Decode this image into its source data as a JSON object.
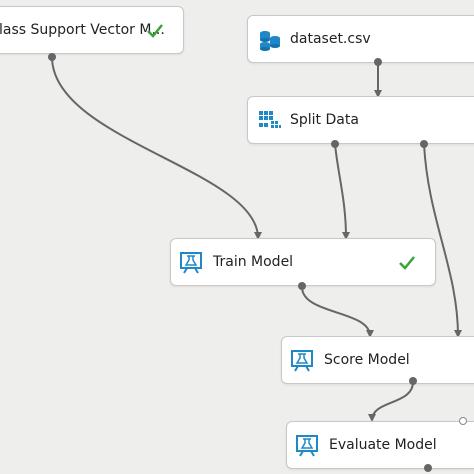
{
  "canvas": {
    "nodes": [
      {
        "id": "svm",
        "label": "lass Support Vector M...",
        "status": "completed",
        "icon": "module-icon"
      },
      {
        "id": "dataset",
        "label": "dataset.csv",
        "status": "",
        "icon": "dataset-icon"
      },
      {
        "id": "split",
        "label": "Split Data",
        "status": "",
        "icon": "split-data-icon"
      },
      {
        "id": "train",
        "label": "Train Model",
        "status": "completed",
        "icon": "train-model-icon"
      },
      {
        "id": "score",
        "label": "Score Model",
        "status": "",
        "icon": "score-model-icon"
      },
      {
        "id": "evaluate",
        "label": "Evaluate Model",
        "status": "",
        "icon": "evaluate-model-icon"
      }
    ]
  },
  "colors": {
    "canvas_bg": "#eeeeec",
    "node_border": "#c8c8c8",
    "connector": "#666666",
    "check": "#3aa43a",
    "icon_blue": "#1e88c8"
  }
}
